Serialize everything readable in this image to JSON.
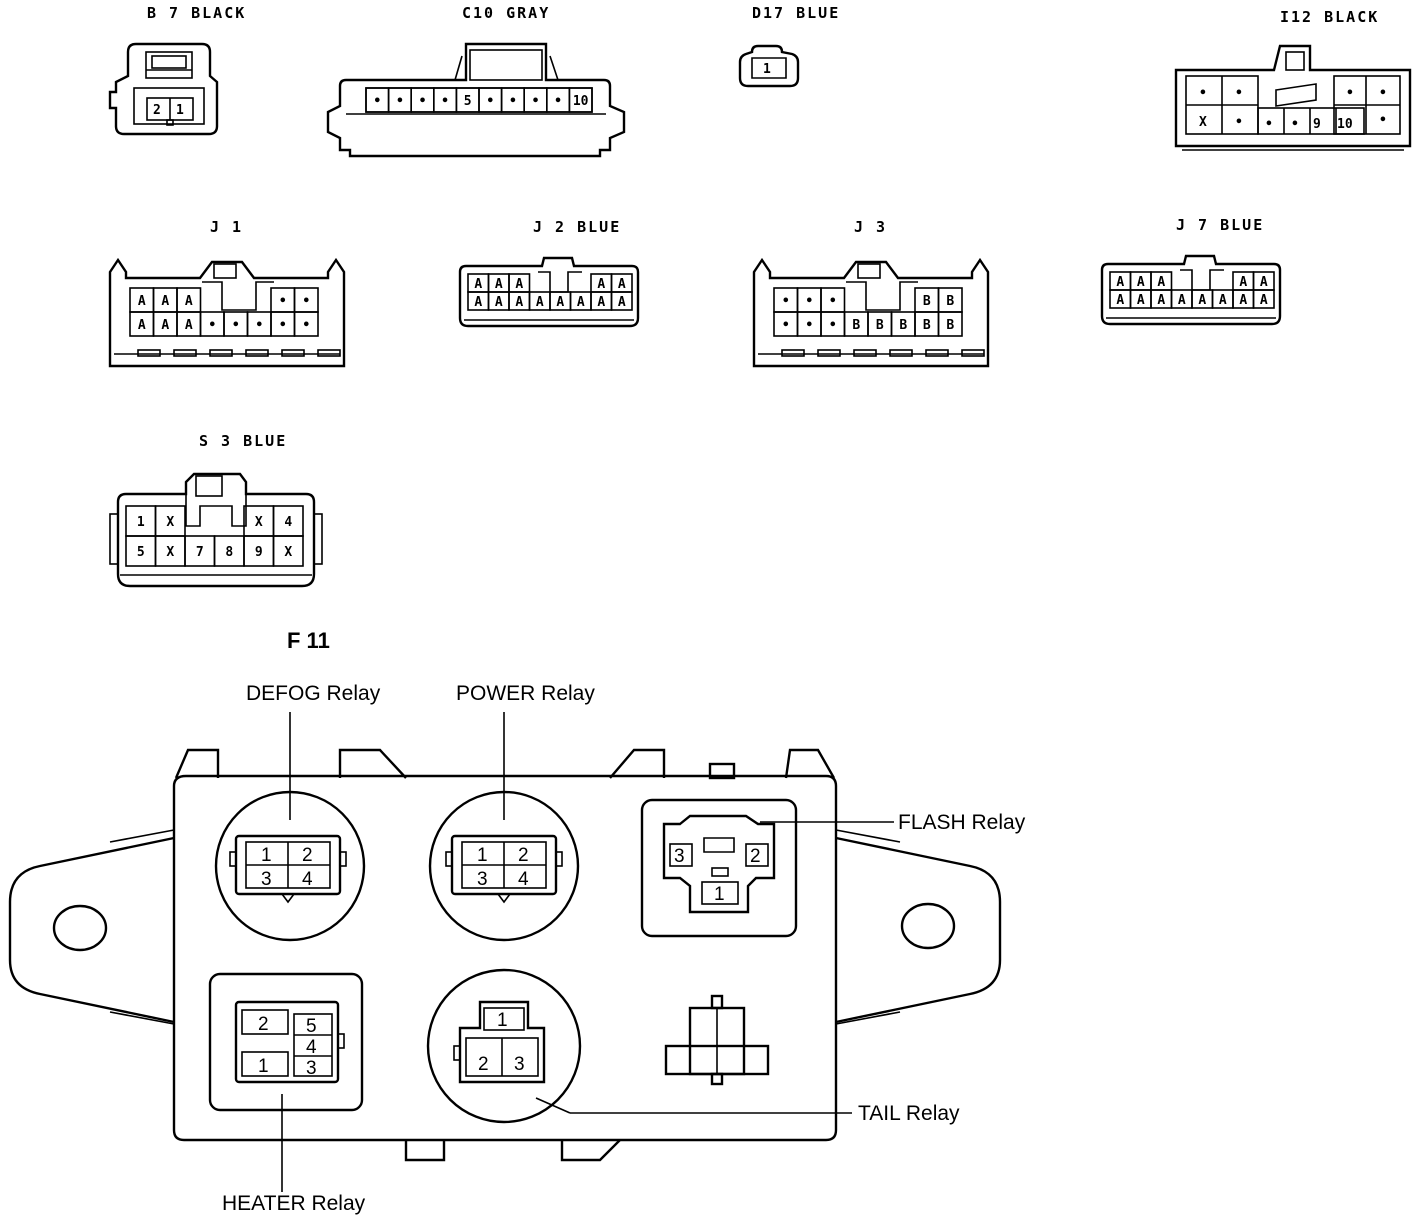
{
  "connectors": {
    "b7": {
      "label": "B 7  BLACK",
      "pins": [
        "2",
        "1"
      ]
    },
    "c10": {
      "label": "C10  GRAY",
      "row": [
        "•",
        "•",
        "•",
        "•",
        "5",
        "•",
        "•",
        "•",
        "•",
        "10"
      ]
    },
    "d17": {
      "label": "D17  BLUE",
      "pins": [
        "1"
      ]
    },
    "i12": {
      "label": "I12  BLACK",
      "left_top": [
        "•",
        "•"
      ],
      "left_bot": [
        "X",
        "•"
      ],
      "mid_bot": [
        "•",
        "•",
        "9",
        "10"
      ],
      "right_top": [
        "•",
        "•"
      ],
      "right_bot": [
        "•"
      ]
    },
    "j1": {
      "label": "J 1",
      "top": [
        "A",
        "A",
        "A",
        "",
        "",
        "",
        "•",
        "•"
      ],
      "bot": [
        "A",
        "A",
        "A",
        "•",
        "•",
        "•",
        "•",
        "•"
      ]
    },
    "j2": {
      "label": "J 2  BLUE",
      "top": [
        "A",
        "A",
        "A",
        "",
        "",
        "",
        "A",
        "A"
      ],
      "bot": [
        "A",
        "A",
        "A",
        "A",
        "A",
        "A",
        "A",
        "A"
      ]
    },
    "j3": {
      "label": "J 3",
      "top": [
        "•",
        "•",
        "•",
        "",
        "",
        "",
        "B",
        "B"
      ],
      "bot": [
        "•",
        "•",
        "•",
        "B",
        "B",
        "B",
        "B",
        "B"
      ]
    },
    "j7": {
      "label": "J 7  BLUE",
      "top": [
        "A",
        "A",
        "A",
        "",
        "",
        "",
        "A",
        "A"
      ],
      "bot": [
        "A",
        "A",
        "A",
        "A",
        "A",
        "A",
        "A",
        "A"
      ]
    },
    "s3": {
      "label": "S 3  BLUE",
      "top": [
        "1",
        "X",
        "",
        "",
        "X",
        "4"
      ],
      "bot": [
        "5",
        "X",
        "7",
        "8",
        "9",
        "X"
      ]
    }
  },
  "relay_block": {
    "title": "F 11",
    "defog": {
      "label": "DEFOG Relay",
      "pins": [
        "1",
        "2",
        "3",
        "4"
      ]
    },
    "power": {
      "label": "POWER Relay",
      "pins": [
        "1",
        "2",
        "3",
        "4"
      ]
    },
    "flash": {
      "label": "FLASH Relay",
      "pins": [
        "3",
        "2",
        "1"
      ]
    },
    "heater": {
      "label": "HEATER Relay",
      "pins": [
        "2",
        "5",
        "4",
        "1",
        "3"
      ]
    },
    "tail": {
      "label": "TAIL Relay",
      "pins": [
        "1",
        "2",
        "3"
      ]
    }
  }
}
